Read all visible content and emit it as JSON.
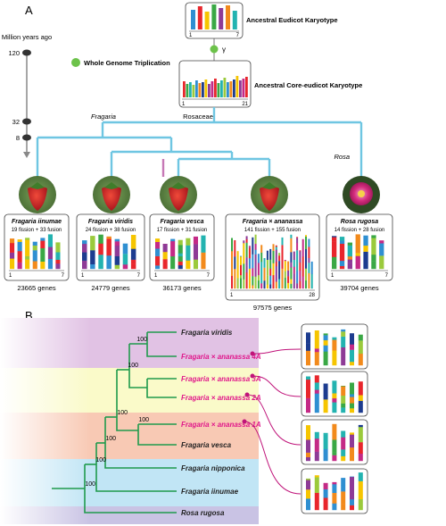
{
  "panel_a": {
    "label": "A",
    "timescale": {
      "title": "Million years ago",
      "ticks": [
        "120",
        "32",
        "8"
      ]
    },
    "ancestors": {
      "eudicot": {
        "title": "Ancestral Eudicot Karyotype",
        "range_start": "1",
        "range_end": "7"
      },
      "gamma": "γ",
      "wgt_legend": "Whole Genome Triplication",
      "core_eudicot": {
        "title": "Ancestral Core-eudicot Karyotype",
        "range_start": "1",
        "range_end": "21"
      }
    },
    "tree_labels": {
      "fragaria": "Fragaria",
      "rosaceae": "Rosaceae",
      "rosa": "Rosa"
    },
    "species": [
      {
        "name": "Fragaria iinumae",
        "events": "19 fission + 33 fusion",
        "range_start": "1",
        "range_end": "7",
        "genes": "23665 genes",
        "photo": "strawberry"
      },
      {
        "name": "Fragaria viridis",
        "events": "24 fission + 38 fusion",
        "range_start": "1",
        "range_end": "7",
        "genes": "24779 genes",
        "photo": "strawberry"
      },
      {
        "name": "Fragaria vesca",
        "events": "17 fission + 31 fusion",
        "range_start": "1",
        "range_end": "7",
        "genes": "36173 genes",
        "photo": "strawberry"
      },
      {
        "name": "Fragaria × ananassa",
        "events": "141 fission + 155 fusion",
        "range_start": "1",
        "range_end": "28",
        "genes": "97575 genes",
        "photo": "strawberry"
      },
      {
        "name": "Rosa rugosa",
        "events": "14 fission + 28 fusion",
        "range_start": "1",
        "range_end": "7",
        "genes": "39704 genes",
        "photo": "rose"
      }
    ]
  },
  "panel_b": {
    "label": "B",
    "taxa": [
      "Fragaria viridis",
      "Fragaria × ananassa 4A",
      "Fragaria × ananassa 3A",
      "Fragaria × ananassa 2A",
      "Fragaria × ananassa 1A",
      "Fragaria vesca",
      "Fragaria nipponica",
      "Fragaria iinumae",
      "Rosa rugosa"
    ],
    "bootstrap": [
      "100",
      "100",
      "100",
      "100",
      "100",
      "100",
      "100"
    ]
  },
  "colors": {
    "tree_blue": "#6fc6e2",
    "tree_green": "#1f9a4c",
    "highlight": "#e0168a",
    "wgt_dot": "#6cc24a",
    "bg_purple": "#e1c2e4",
    "bg_yellow": "#fafac9",
    "bg_salmon": "#f8c9b4",
    "bg_blue": "#c1e5f5",
    "bg_lavender": "#c9c3e4"
  }
}
